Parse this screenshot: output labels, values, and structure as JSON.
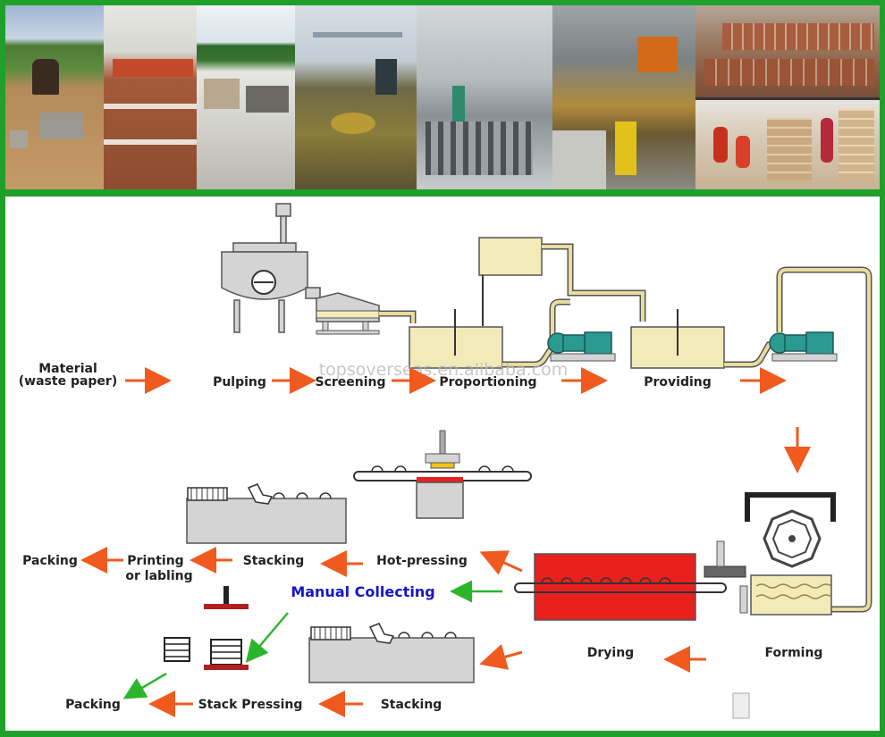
{
  "watermark": "topsoverseas.en.alibaba.com",
  "photos": [
    {
      "name": "photo-construction-site"
    },
    {
      "name": "photo-brick-drying-line"
    },
    {
      "name": "photo-workshop-building"
    },
    {
      "name": "photo-pulping-pool"
    },
    {
      "name": "photo-forming-molds"
    },
    {
      "name": "photo-forming-machine"
    },
    {
      "name": "photo-brick-kiln"
    },
    {
      "name": "photo-packing-workers"
    }
  ],
  "steps": {
    "material": [
      "Material",
      "(waste paper)"
    ],
    "pulping": "Pulping",
    "screening": "Screening",
    "proportioning": "Proportioning",
    "providing": "Providing",
    "forming": "Forming",
    "drying": "Drying",
    "manual_collecting": "Manual Collecting",
    "hot_pressing": "Hot-pressing",
    "stacking_top": "Stacking",
    "printing": [
      "Printing",
      "or labling"
    ],
    "packing_top": "Packing",
    "stacking_bottom": "Stacking",
    "stack_pressing": "Stack Pressing",
    "packing_bottom": "Packing"
  },
  "colors": {
    "frame": "#1fa02a",
    "arrow": "#f05a1e",
    "green_arrow": "#2bb52b",
    "pipe": "#e8dc9e",
    "tank": "#f2eab8",
    "pump": "#2a9a92",
    "dryer": "#e8201e",
    "machine": "#d4d4d4",
    "manual_text": "#1515cc"
  }
}
